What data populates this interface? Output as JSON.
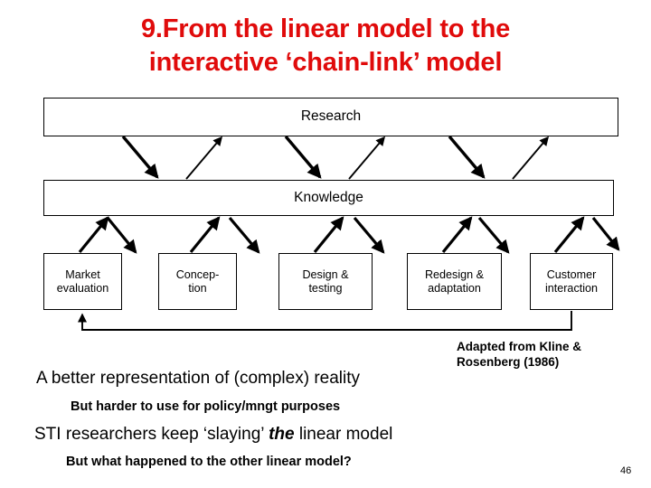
{
  "slide": {
    "title_line1": "9.From the linear model to the",
    "title_line2": "interactive ‘chain-link’ model",
    "title_color": "#e00b0b",
    "page_number": "46"
  },
  "diagram": {
    "bands": [
      {
        "id": "research",
        "label": "Research"
      },
      {
        "id": "knowledge",
        "label": "Knowledge"
      }
    ],
    "process_boxes": [
      {
        "id": "market",
        "line1": "Market",
        "line2": "evaluation"
      },
      {
        "id": "conception",
        "line1": "Concep-",
        "line2": "tion"
      },
      {
        "id": "design",
        "line1": "Design &",
        "line2": "testing"
      },
      {
        "id": "redesign",
        "line1": "Redesign &",
        "line2": "adaptation"
      },
      {
        "id": "customer",
        "line1": "Customer",
        "line2": "interaction"
      }
    ],
    "stroke_color": "#000000"
  },
  "notes": {
    "credit_line1": "Adapted from Kline &",
    "credit_line2": "Rosenberg (1986)",
    "better_representation": "A better representation of (complex) reality",
    "but_harder": "But harder to use for policy/mngt purposes",
    "sti_prefix": "STI researchers keep ‘slaying’ ",
    "sti_emphasis": "the",
    "sti_suffix": " linear model",
    "but_what": "But what happened to the other linear model?"
  }
}
